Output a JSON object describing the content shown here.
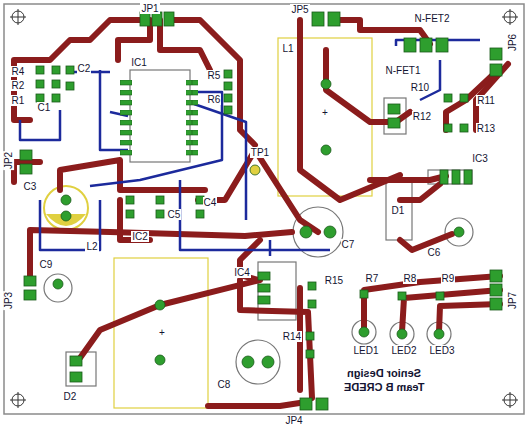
{
  "diagram": {
    "labels": [
      "JP1",
      "JP5",
      "N-FET2",
      "L1",
      "N-FET1",
      "JP6",
      "R4",
      "C2",
      "R2",
      "R1",
      "C1",
      "IC1",
      "R5",
      "R6",
      "R10",
      "R11",
      "R12",
      "R13",
      "IC3",
      "JP2",
      "TP1",
      "C3",
      "C5",
      "C4",
      "IC2",
      "D1",
      "C7",
      "C6",
      "C9",
      "JP3",
      "L2",
      "IC4",
      "R15",
      "R7",
      "R8",
      "R9",
      "JP7",
      "R14",
      "LED1",
      "LED2",
      "LED3",
      "D2",
      "C8",
      "JP4",
      "Senior Design",
      "Team B CREDE",
      "+",
      "+"
    ]
  }
}
